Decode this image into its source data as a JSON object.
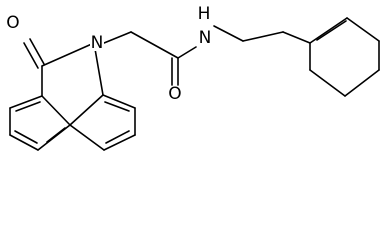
{
  "molecule": {
    "atom_labels": {
      "carbonyl_oxygen_lactam": "O",
      "lactam_nitrogen": "N",
      "amide_oxygen": "O",
      "amide_nitrogen": "N",
      "amide_hydrogen": "H"
    },
    "colors": {
      "bond": "#000000",
      "label": "#000000",
      "background": "#ffffff"
    }
  }
}
